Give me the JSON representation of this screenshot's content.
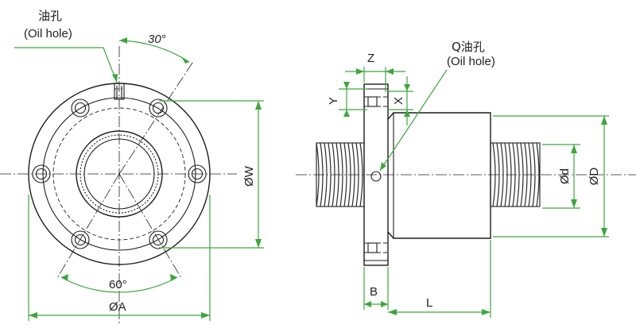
{
  "front_view": {
    "oil_hole_cn": "油孔",
    "oil_hole_en": "(Oil hole)",
    "angle_top": "30°",
    "angle_bottom": "60°",
    "dim_flange_dia": "ØA",
    "dim_bolt_circle": "ØW"
  },
  "side_view": {
    "oil_hole_cn": "Q油孔",
    "oil_hole_en": "(Oil hole)",
    "dim_z": "Z",
    "dim_y": "Y",
    "dim_x": "X",
    "dim_b": "B",
    "dim_l": "L",
    "dim_d_small": "Ød",
    "dim_d_large": "ØD"
  },
  "colors": {
    "outline": "#1d1d1d",
    "dimension": "#3ea63e",
    "background": "#ffffff"
  }
}
